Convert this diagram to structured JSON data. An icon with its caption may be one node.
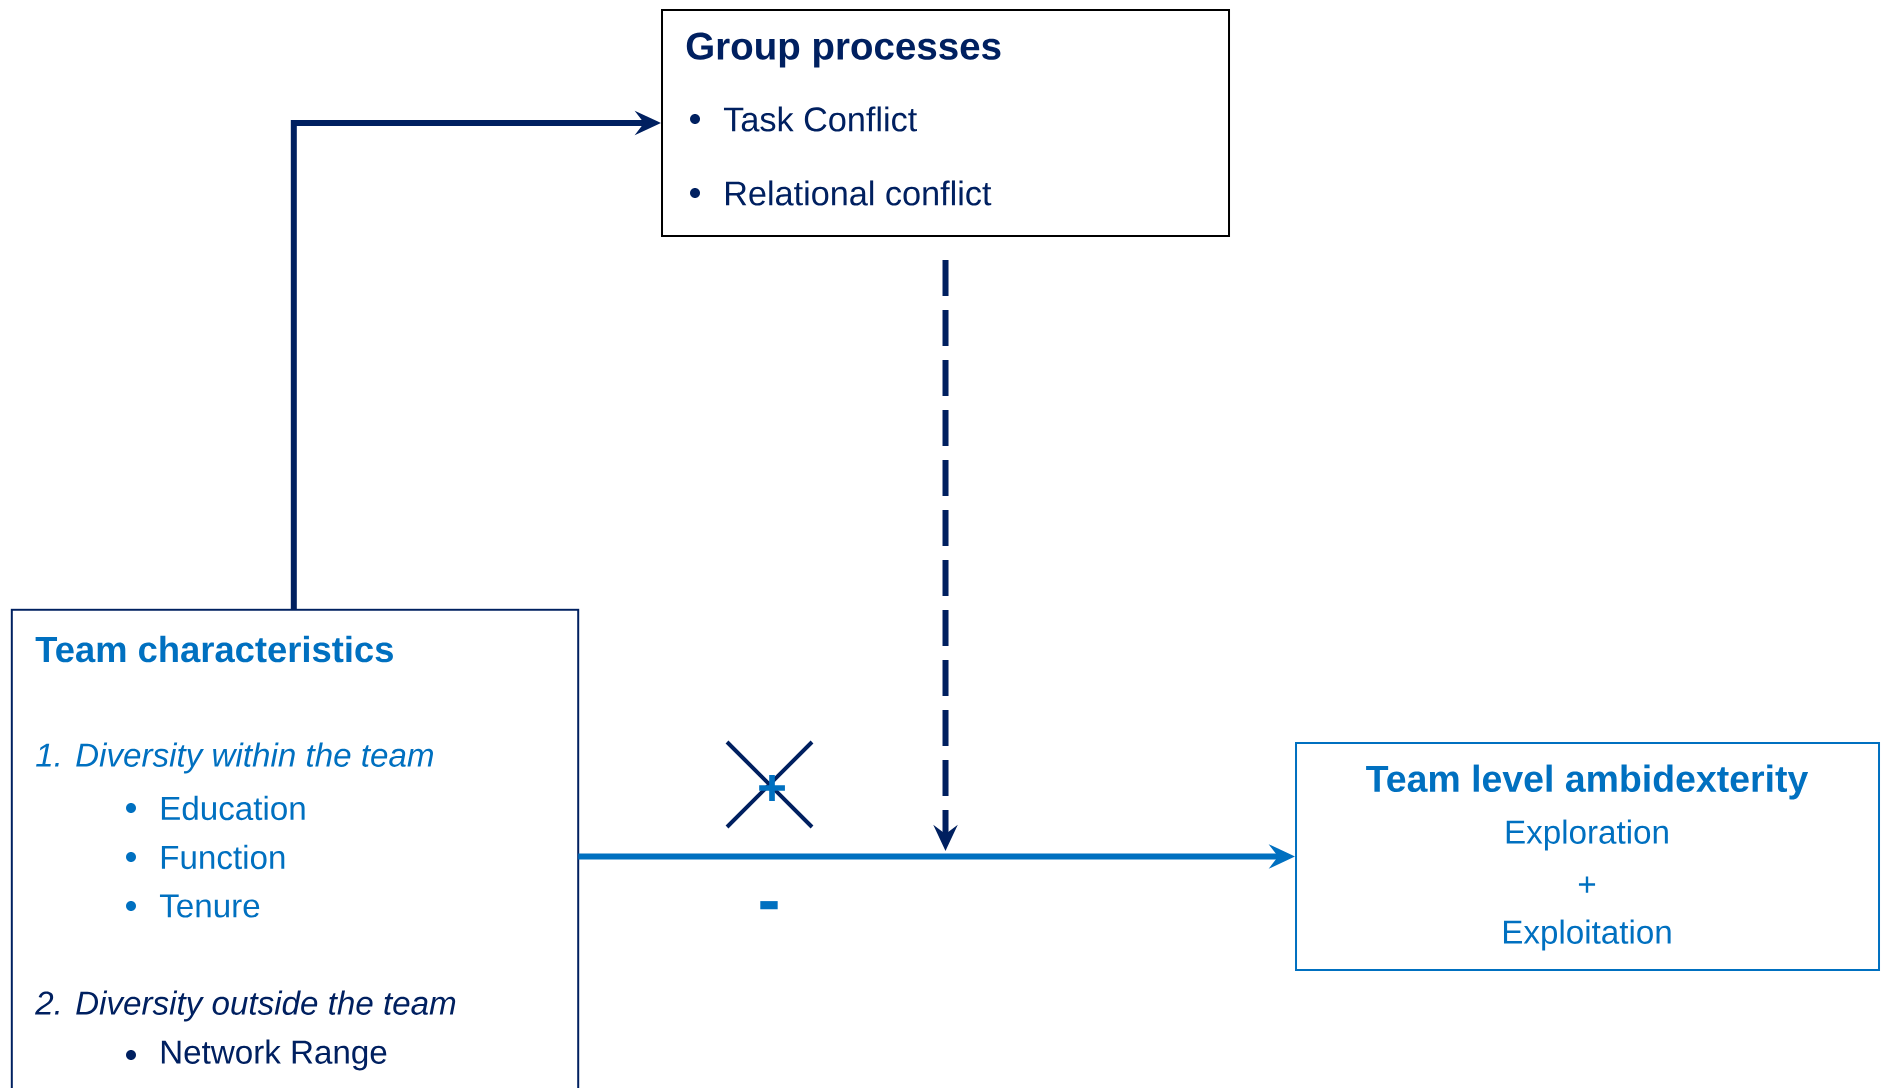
{
  "diagram": {
    "nodes": [
      {
        "text": [
          "Group processes",
          "Task Conflict",
          "Relational conflict"
        ]
      },
      {
        "text": [
          "Team characteristics",
          "1. Diversity within the team",
          "Education",
          "Function",
          "Tenure",
          "2.  Diversity outside the team",
          "Network Range"
        ]
      },
      {
        "text": [
          "Team level ambidexterity",
          "Exploration",
          "+",
          "Exploitation"
        ]
      }
    ],
    "edges": [
      {
        "from": 1,
        "to": 0,
        "arrow": "to"
      },
      {
        "from": 1,
        "to": 2,
        "arrow": "to",
        "color": "#0070c0"
      },
      {
        "from": 0,
        "to": null,
        "arrow": "to",
        "style": "dashed"
      }
    ],
    "labels": [
      "+",
      "-"
    ]
  }
}
